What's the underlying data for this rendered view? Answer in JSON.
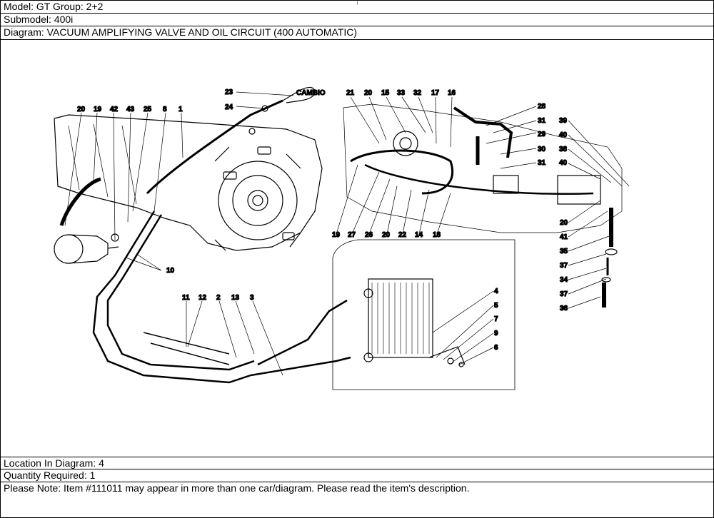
{
  "header": {
    "model": "Model: GT Group: 2+2",
    "submodel": "Submodel: 400i",
    "diagram_title": "Diagram: VACUUM AMPLIFYING VALVE AND OIL CIRCUIT (400 AUTOMATIC)"
  },
  "callouts": [
    "20",
    "19",
    "42",
    "43",
    "25",
    "8",
    "1",
    "23",
    "24",
    "21",
    "20",
    "15",
    "33",
    "32",
    "17",
    "16",
    "28",
    "31",
    "29",
    "30",
    "31",
    "39",
    "40",
    "38",
    "40",
    "10",
    "11",
    "12",
    "2",
    "13",
    "3",
    "4",
    "5",
    "7",
    "9",
    "6",
    "19",
    "27",
    "26",
    "20",
    "22",
    "14",
    "18",
    "20",
    "41",
    "35",
    "37",
    "34",
    "37",
    "36"
  ],
  "decal_text": "CAMBIO",
  "footer": {
    "location": "Location In Diagram: 4",
    "quantity": "Quantity Required: 1",
    "note": "Please Note: Item #111011 may appear in more than one car/diagram. Please read the item's description."
  }
}
